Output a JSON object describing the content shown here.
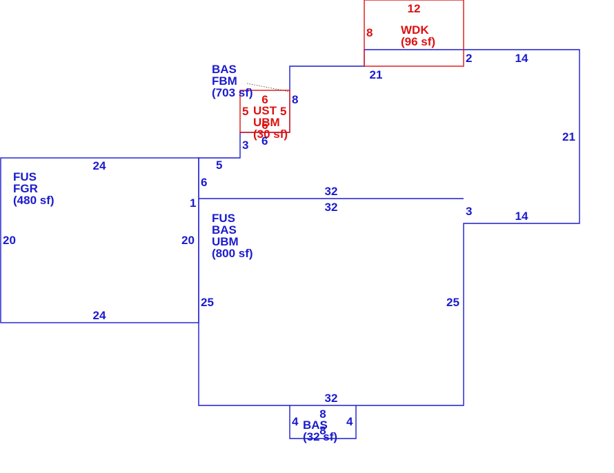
{
  "areas": {
    "fbm": {
      "lines": [
        "BAS",
        "FBM",
        "(703 sf)"
      ]
    },
    "fgr": {
      "lines": [
        "FUS",
        "FGR",
        "(480 sf)"
      ]
    },
    "main": {
      "lines": [
        "FUS",
        "BAS",
        "UBM",
        "(800 sf)"
      ]
    },
    "wdk": {
      "lines": [
        "WDK",
        "(96 sf)"
      ]
    },
    "ust": {
      "lines": [
        "UST",
        "UBM",
        "(30 sf)"
      ]
    },
    "bas_small": {
      "lines": [
        "BAS",
        "(32 sf)"
      ]
    }
  },
  "dimensions": {
    "fgr_top": "24",
    "fgr_bottom": "24",
    "fgr_left": "20",
    "fgr_right": "20",
    "main_top_outer": "32",
    "main_top_inner": "32",
    "main_bottom": "32",
    "main_left": "25",
    "main_right": "25",
    "step_6": "6",
    "step_1": "1",
    "step_5": "5",
    "step_3_left": "3",
    "fbm_top": "21",
    "fbm_8": "8",
    "fbm_bottom_6": "6",
    "right_2": "2",
    "right_14_top": "14",
    "right_21": "21",
    "right_3": "3",
    "right_14_bottom": "14",
    "bas_top": "8",
    "bas_bottom": "8",
    "bas_left": "4",
    "bas_right": "4"
  },
  "wdk_dims": {
    "top": "12",
    "left": "8"
  },
  "ust_dims": {
    "top": "6",
    "left": "5",
    "right": "5",
    "bottom": "6"
  },
  "colors": {
    "building": "#1a1acd",
    "deck": "#dd1111",
    "background": "#ffffff"
  }
}
